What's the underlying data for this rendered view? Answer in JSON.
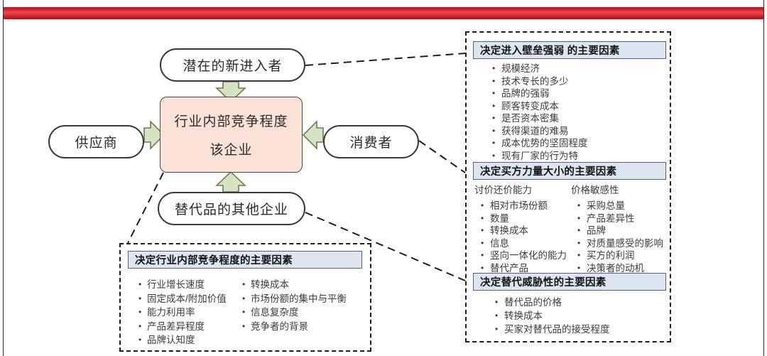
{
  "theme": {
    "accent_red": "#cf2128",
    "center_fill": "#fae1d5",
    "arrow_fill": "#d5e3c3",
    "header_fill": "#dde5f1"
  },
  "diagram": {
    "center": {
      "line1": "行业内部竞争程度",
      "line2": "该企业"
    },
    "nodes": {
      "entrants": "潜在的新进入者",
      "supplier": "供应商",
      "consumer": "消费者",
      "substitutes": "替代品的其他企业"
    }
  },
  "panels": {
    "entry_barrier": {
      "title": "决定进入壁垒强弱 的主要因素",
      "items": [
        "规模经济",
        "技术专长的多少",
        "品牌的强弱",
        "顾客转变成本",
        "是否资本密集",
        "获得渠道的难易",
        "成本优势的坚固程度",
        "现有厂家的行为特"
      ]
    },
    "buyer_power": {
      "title": "决定买方力量大小的主要因素",
      "col_a_title": "讨价还价能力",
      "col_a_items": [
        "相对市场份额",
        "数量",
        "转换成本",
        "信息",
        "竖向一体化的能力",
        "替代产品"
      ],
      "col_b_title": "价格敏感性",
      "col_b_items": [
        "采购总量",
        "产品差异性",
        "品牌",
        "对质量感受的影响",
        "买方的利润",
        "决策者的动机"
      ]
    },
    "substitute_threat": {
      "title": "决定替代威胁性的主要因素",
      "items": [
        "替代品的价格",
        "转换成本",
        "买家对替代品的接受程度"
      ]
    },
    "rivalry": {
      "title": "决定行业内部竞争程度的主要因素",
      "col_a_items": [
        "行业增长速度",
        "固定成本/附加价值",
        "能力利用率",
        "产品差异程度",
        "品牌认知度"
      ],
      "col_b_items": [
        "转换成本",
        "市场份额的集中与平衡",
        "信息复杂度",
        "竞争者的背景"
      ]
    }
  }
}
